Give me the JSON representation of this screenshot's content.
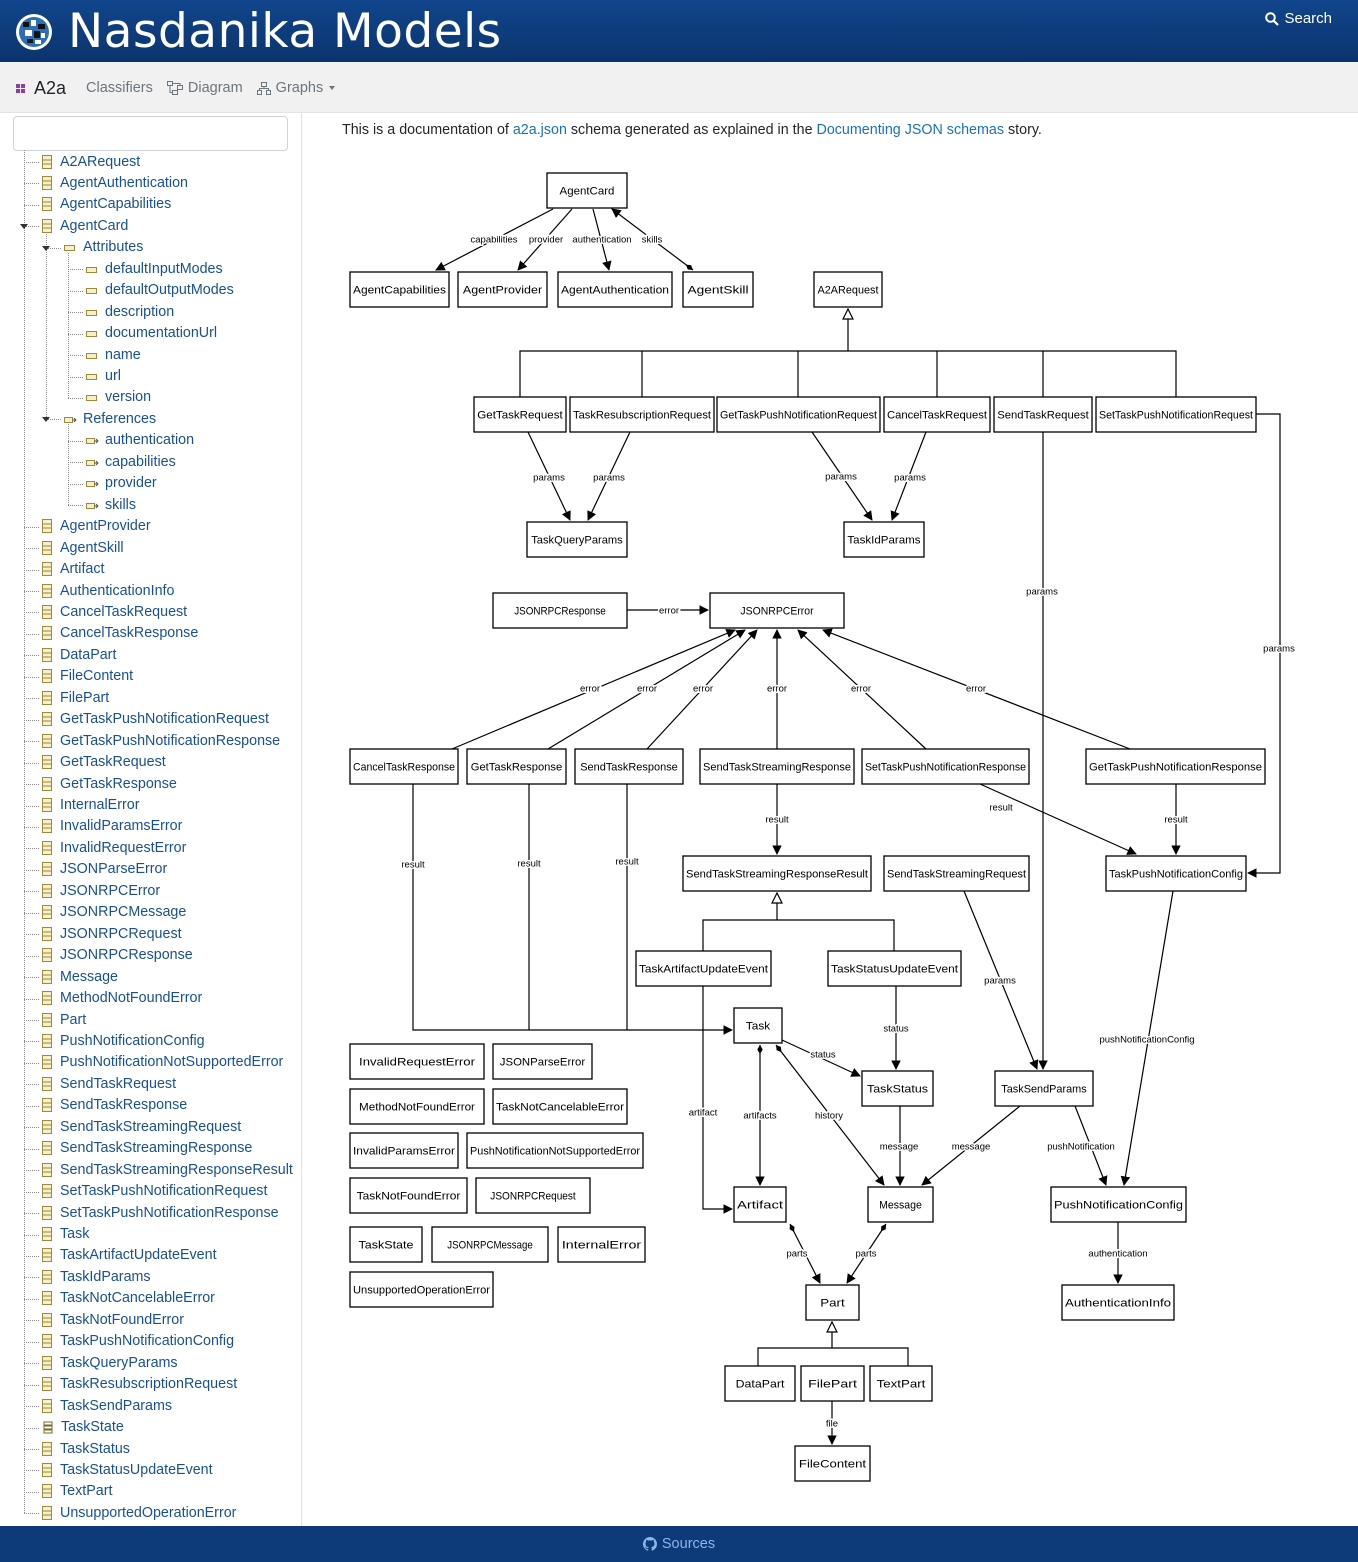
{
  "header": {
    "brand": "Nasdanika Models",
    "search_label": "Search"
  },
  "navbar": {
    "title": "A2a",
    "links": [
      "Classifiers",
      "Diagram",
      "Graphs"
    ]
  },
  "tree": {
    "search_placeholder": "",
    "items": [
      {
        "label": "A2ARequest",
        "level": 0,
        "icon": "class"
      },
      {
        "label": "AgentAuthentication",
        "level": 0,
        "icon": "class"
      },
      {
        "label": "AgentCapabilities",
        "level": 0,
        "icon": "class"
      },
      {
        "label": "AgentCard",
        "level": 0,
        "icon": "class",
        "expanded": true
      },
      {
        "label": "Attributes",
        "level": 1,
        "icon": "group",
        "expanded": true
      },
      {
        "label": "defaultInputModes",
        "level": 2,
        "icon": "attr"
      },
      {
        "label": "defaultOutputModes",
        "level": 2,
        "icon": "attr"
      },
      {
        "label": "description",
        "level": 2,
        "icon": "attr"
      },
      {
        "label": "documentationUrl",
        "level": 2,
        "icon": "attr"
      },
      {
        "label": "name",
        "level": 2,
        "icon": "attr"
      },
      {
        "label": "url",
        "level": 2,
        "icon": "attr"
      },
      {
        "label": "version",
        "level": 2,
        "icon": "attr"
      },
      {
        "label": "References",
        "level": 1,
        "icon": "refgroup",
        "expanded": true
      },
      {
        "label": "authentication",
        "level": 2,
        "icon": "ref"
      },
      {
        "label": "capabilities",
        "level": 2,
        "icon": "ref"
      },
      {
        "label": "provider",
        "level": 2,
        "icon": "ref"
      },
      {
        "label": "skills",
        "level": 2,
        "icon": "ref"
      },
      {
        "label": "AgentProvider",
        "level": 0,
        "icon": "class"
      },
      {
        "label": "AgentSkill",
        "level": 0,
        "icon": "class"
      },
      {
        "label": "Artifact",
        "level": 0,
        "icon": "class"
      },
      {
        "label": "AuthenticationInfo",
        "level": 0,
        "icon": "class"
      },
      {
        "label": "CancelTaskRequest",
        "level": 0,
        "icon": "class"
      },
      {
        "label": "CancelTaskResponse",
        "level": 0,
        "icon": "class"
      },
      {
        "label": "DataPart",
        "level": 0,
        "icon": "class"
      },
      {
        "label": "FileContent",
        "level": 0,
        "icon": "class"
      },
      {
        "label": "FilePart",
        "level": 0,
        "icon": "class"
      },
      {
        "label": "GetTaskPushNotificationRequest",
        "level": 0,
        "icon": "class"
      },
      {
        "label": "GetTaskPushNotificationResponse",
        "level": 0,
        "icon": "class"
      },
      {
        "label": "GetTaskRequest",
        "level": 0,
        "icon": "class"
      },
      {
        "label": "GetTaskResponse",
        "level": 0,
        "icon": "class"
      },
      {
        "label": "InternalError",
        "level": 0,
        "icon": "class"
      },
      {
        "label": "InvalidParamsError",
        "level": 0,
        "icon": "class"
      },
      {
        "label": "InvalidRequestError",
        "level": 0,
        "icon": "class"
      },
      {
        "label": "JSONParseError",
        "level": 0,
        "icon": "class"
      },
      {
        "label": "JSONRPCError",
        "level": 0,
        "icon": "class"
      },
      {
        "label": "JSONRPCMessage",
        "level": 0,
        "icon": "class"
      },
      {
        "label": "JSONRPCRequest",
        "level": 0,
        "icon": "class"
      },
      {
        "label": "JSONRPCResponse",
        "level": 0,
        "icon": "class"
      },
      {
        "label": "Message",
        "level": 0,
        "icon": "class"
      },
      {
        "label": "MethodNotFoundError",
        "level": 0,
        "icon": "class"
      },
      {
        "label": "Part",
        "level": 0,
        "icon": "class"
      },
      {
        "label": "PushNotificationConfig",
        "level": 0,
        "icon": "class"
      },
      {
        "label": "PushNotificationNotSupportedError",
        "level": 0,
        "icon": "class"
      },
      {
        "label": "SendTaskRequest",
        "level": 0,
        "icon": "class"
      },
      {
        "label": "SendTaskResponse",
        "level": 0,
        "icon": "class"
      },
      {
        "label": "SendTaskStreamingRequest",
        "level": 0,
        "icon": "class"
      },
      {
        "label": "SendTaskStreamingResponse",
        "level": 0,
        "icon": "class"
      },
      {
        "label": "SendTaskStreamingResponseResult",
        "level": 0,
        "icon": "class"
      },
      {
        "label": "SetTaskPushNotificationRequest",
        "level": 0,
        "icon": "class"
      },
      {
        "label": "SetTaskPushNotificationResponse",
        "level": 0,
        "icon": "class"
      },
      {
        "label": "Task",
        "level": 0,
        "icon": "class"
      },
      {
        "label": "TaskArtifactUpdateEvent",
        "level": 0,
        "icon": "class"
      },
      {
        "label": "TaskIdParams",
        "level": 0,
        "icon": "class"
      },
      {
        "label": "TaskNotCancelableError",
        "level": 0,
        "icon": "class"
      },
      {
        "label": "TaskNotFoundError",
        "level": 0,
        "icon": "class"
      },
      {
        "label": "TaskPushNotificationConfig",
        "level": 0,
        "icon": "class"
      },
      {
        "label": "TaskQueryParams",
        "level": 0,
        "icon": "class"
      },
      {
        "label": "TaskResubscriptionRequest",
        "level": 0,
        "icon": "class"
      },
      {
        "label": "TaskSendParams",
        "level": 0,
        "icon": "class"
      },
      {
        "label": "TaskState",
        "level": 0,
        "icon": "enum"
      },
      {
        "label": "TaskStatus",
        "level": 0,
        "icon": "class"
      },
      {
        "label": "TaskStatusUpdateEvent",
        "level": 0,
        "icon": "class"
      },
      {
        "label": "TextPart",
        "level": 0,
        "icon": "class"
      },
      {
        "label": "UnsupportedOperationError",
        "level": 0,
        "icon": "class"
      }
    ]
  },
  "intro": {
    "prefix": "This is a documentation of ",
    "link1": "a2a.json",
    "middle": " schema generated as explained in the ",
    "link2": "Documenting JSON schemas",
    "suffix": " story."
  },
  "diagram": {
    "boxes": [
      {
        "id": "AgentCard",
        "label": "AgentCard"
      },
      {
        "id": "AgentCapabilities",
        "label": "AgentCapabilities"
      },
      {
        "id": "AgentProvider",
        "label": "AgentProvider"
      },
      {
        "id": "AgentAuthentication",
        "label": "AgentAuthentication"
      },
      {
        "id": "AgentSkill",
        "label": "AgentSkill"
      },
      {
        "id": "A2ARequest",
        "label": "A2ARequest"
      },
      {
        "id": "GetTaskRequest",
        "label": "GetTaskRequest"
      },
      {
        "id": "TaskResubscriptionRequest",
        "label": "TaskResubscriptionRequest"
      },
      {
        "id": "GetTaskPushNotificationRequest",
        "label": "GetTaskPushNotificationRequest"
      },
      {
        "id": "CancelTaskRequest",
        "label": "CancelTaskRequest"
      },
      {
        "id": "SendTaskRequest",
        "label": "SendTaskRequest"
      },
      {
        "id": "SetTaskPushNotificationRequest",
        "label": "SetTaskPushNotificationRequest"
      },
      {
        "id": "TaskQueryParams",
        "label": "TaskQueryParams"
      },
      {
        "id": "TaskIdParams",
        "label": "TaskIdParams"
      },
      {
        "id": "JSONRPCResponse",
        "label": "JSONRPCResponse"
      },
      {
        "id": "JSONRPCError",
        "label": "JSONRPCError"
      },
      {
        "id": "CancelTaskResponse",
        "label": "CancelTaskResponse"
      },
      {
        "id": "GetTaskResponse",
        "label": "GetTaskResponse"
      },
      {
        "id": "SendTaskResponse",
        "label": "SendTaskResponse"
      },
      {
        "id": "SendTaskStreamingResponse",
        "label": "SendTaskStreamingResponse"
      },
      {
        "id": "SetTaskPushNotificationResponse",
        "label": "SetTaskPushNotificationResponse"
      },
      {
        "id": "GetTaskPushNotificationResponse",
        "label": "GetTaskPushNotificationResponse"
      },
      {
        "id": "SendTaskStreamingResponseResult",
        "label": "SendTaskStreamingResponseResult"
      },
      {
        "id": "SendTaskStreamingRequest",
        "label": "SendTaskStreamingRequest"
      },
      {
        "id": "TaskPushNotificationConfig",
        "label": "TaskPushNotificationConfig"
      },
      {
        "id": "TaskArtifactUpdateEvent",
        "label": "TaskArtifactUpdateEvent"
      },
      {
        "id": "TaskStatusUpdateEvent",
        "label": "TaskStatusUpdateEvent"
      },
      {
        "id": "Task",
        "label": "Task"
      },
      {
        "id": "TaskStatus",
        "label": "TaskStatus"
      },
      {
        "id": "TaskSendParams",
        "label": "TaskSendParams"
      },
      {
        "id": "InvalidRequestError",
        "label": "InvalidRequestError"
      },
      {
        "id": "JSONParseError",
        "label": "JSONParseError"
      },
      {
        "id": "MethodNotFoundError",
        "label": "MethodNotFoundError"
      },
      {
        "id": "TaskNotCancelableError",
        "label": "TaskNotCancelableError"
      },
      {
        "id": "InvalidParamsError",
        "label": "InvalidParamsError"
      },
      {
        "id": "PushNotificationNotSupportedError",
        "label": "PushNotificationNotSupportedError"
      },
      {
        "id": "TaskNotFoundError",
        "label": "TaskNotFoundError"
      },
      {
        "id": "JSONRPCRequest",
        "label": "JSONRPCRequest"
      },
      {
        "id": "TaskState",
        "label": "TaskState"
      },
      {
        "id": "JSONRPCMessage",
        "label": "JSONRPCMessage"
      },
      {
        "id": "InternalError",
        "label": "InternalError"
      },
      {
        "id": "UnsupportedOperationError",
        "label": "UnsupportedOperationError"
      },
      {
        "id": "Artifact",
        "label": "Artifact"
      },
      {
        "id": "Message",
        "label": "Message"
      },
      {
        "id": "PushNotificationConfig",
        "label": "PushNotificationConfig"
      },
      {
        "id": "Part",
        "label": "Part"
      },
      {
        "id": "AuthenticationInfo",
        "label": "AuthenticationInfo"
      },
      {
        "id": "DataPart",
        "label": "DataPart"
      },
      {
        "id": "FilePart",
        "label": "FilePart"
      },
      {
        "id": "TextPart",
        "label": "TextPart"
      },
      {
        "id": "FileContent",
        "label": "FileContent"
      }
    ],
    "edge_labels": {
      "capabilities": "capabilities",
      "provider": "provider",
      "authentication": "authentication",
      "skills": "skills",
      "params": "params",
      "error": "error",
      "result": "result",
      "status": "status",
      "artifacts": "artifacts",
      "history": "history",
      "artifact": "artifact",
      "message": "message",
      "pushNotification": "pushNotification",
      "pushNotificationConfig": "pushNotificationConfig",
      "parts": "parts",
      "file": "file"
    }
  },
  "footer": {
    "sources_label": "Sources"
  }
}
